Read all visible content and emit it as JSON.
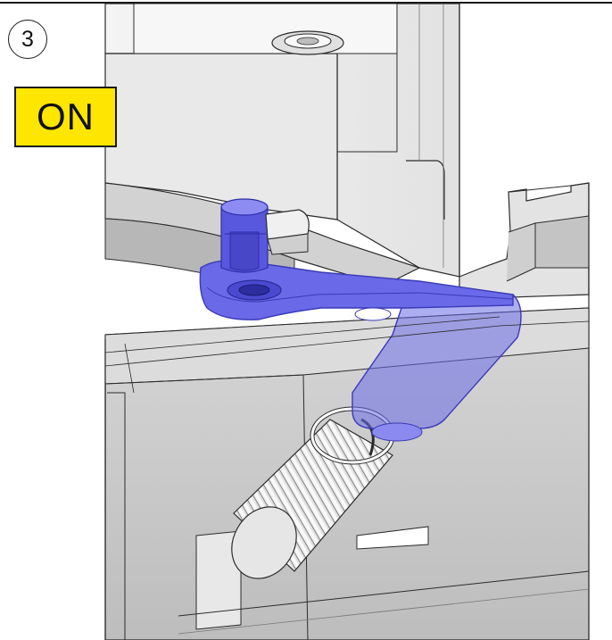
{
  "step": {
    "number": "3"
  },
  "state": {
    "label": "ON"
  },
  "colors": {
    "highlight_part": "#6a6ae8",
    "highlight_dark": "#3a3ab8",
    "label_background": "#ffe600",
    "housing_light": "#ececec",
    "housing_mid": "#c9c9c9",
    "housing_dark": "#9e9e9e",
    "outline": "#2b2b2b"
  },
  "icons": {
    "step_badge": "circled-number",
    "state_label": "yellow-callout-box"
  }
}
